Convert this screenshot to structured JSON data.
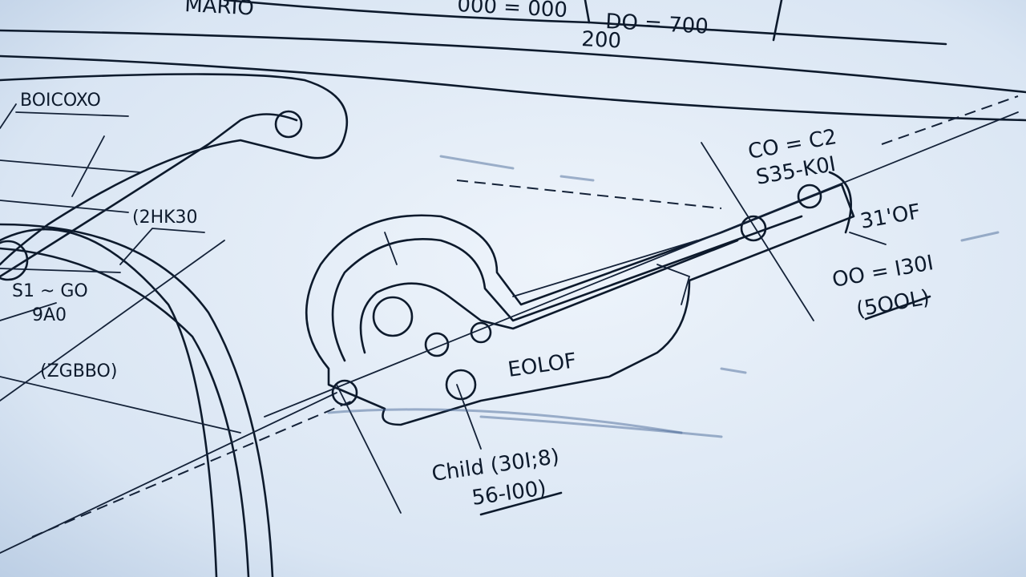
{
  "title_block": {
    "partial_title": "MARIO",
    "cell_a": "000 = 000",
    "cell_b": "DO = 700",
    "cell_c": "200"
  },
  "left_labels": {
    "top": "BOICOXO",
    "mid": "(2HK30",
    "dim_a": "S1 ~ GO",
    "dim_b": "9A0",
    "bottom": "(ZGBBO)"
  },
  "right_labels": {
    "a": "CO = C2",
    "b": "S35-K0I",
    "c": "31'OF",
    "d": "OO = I30I",
    "e": "(5OOL)"
  },
  "center_labels": {
    "note": "EOLOF",
    "child": "Child (30I;8)",
    "child_sub": "56-I00)"
  },
  "colors": {
    "paper": "#dfe9f5",
    "ink": "#0d1a2c",
    "smudge": "#3b5d8e"
  }
}
